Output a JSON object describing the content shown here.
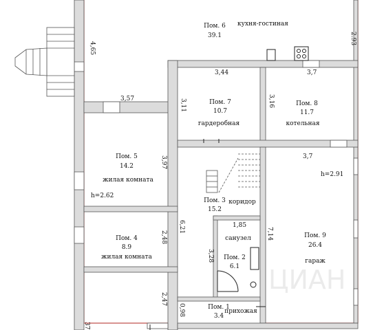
{
  "rooms": [
    {
      "id": "6",
      "label": "Пом. 6",
      "area": "39.1",
      "name": "кухня-гостиная"
    },
    {
      "id": "7",
      "label": "Пом. 7",
      "area": "10.7",
      "name": "гардеробная"
    },
    {
      "id": "8",
      "label": "Пом. 8",
      "area": "11.7",
      "name": "котельная"
    },
    {
      "id": "5",
      "label": "Пом. 5",
      "area": "14.2",
      "name": "жилая комната"
    },
    {
      "id": "3",
      "label": "Пом. 3",
      "area": "15.2",
      "name": "коридор"
    },
    {
      "id": "9",
      "label": "Пом. 9",
      "area": "26.4",
      "name": "гараж"
    },
    {
      "id": "4",
      "label": "Пом. 4",
      "area": "8.9",
      "name": "жилая комната"
    },
    {
      "id": "2",
      "label": "Пом. 2",
      "area": "6.1",
      "name": "санузел"
    },
    {
      "id": "1",
      "label": "Пом. 1",
      "area": "3.4",
      "name": "прихожая"
    }
  ],
  "dimensions": {
    "d_2_93": "2.93",
    "d_4_65": "4,65",
    "d_3_44": "3,44",
    "d_3_7_top": "3,7",
    "d_3_11": "3,11",
    "d_3_16": "3,16",
    "d_3_57": "3,57",
    "d_3_7_garage": "3,7",
    "d_3_97": "3,97",
    "d_1_85": "1,85",
    "d_6_21": "6,21",
    "d_7_14": "7,14",
    "d_2_48": "2,48",
    "d_3_28": "3,28",
    "d_2_47": "2,47",
    "d_0_98": "0,98",
    "d_37": "37"
  },
  "heights": {
    "h_garage": "h=2.91",
    "h_room5": "h=2.62"
  },
  "watermark": "ЦИАН"
}
